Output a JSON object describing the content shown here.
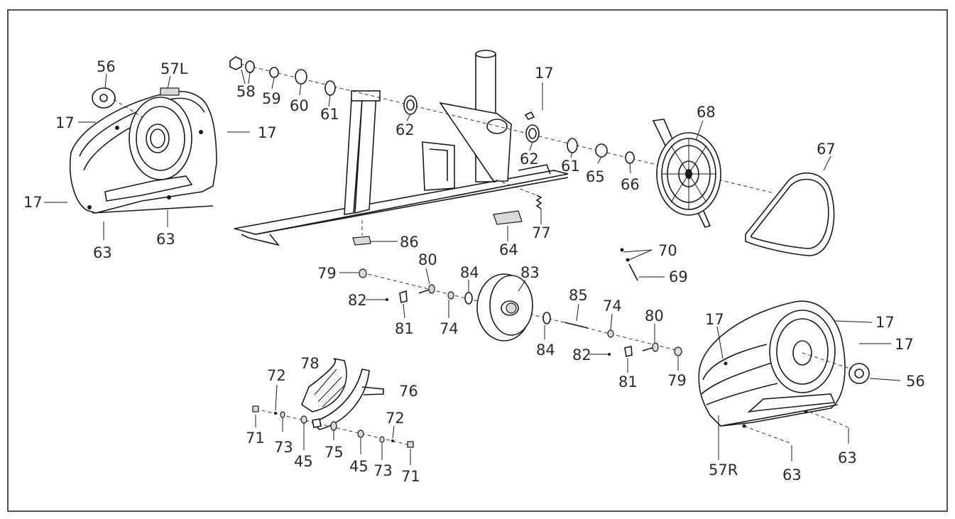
{
  "labels": [
    {
      "text": "56"
    },
    {
      "text": "57L"
    },
    {
      "text": "17"
    },
    {
      "text": "17"
    },
    {
      "text": "17"
    },
    {
      "text": "63"
    },
    {
      "text": "63"
    },
    {
      "text": "58"
    },
    {
      "text": "59"
    },
    {
      "text": "60"
    },
    {
      "text": "61"
    },
    {
      "text": "62"
    },
    {
      "text": "17"
    },
    {
      "text": "62"
    },
    {
      "text": "61"
    },
    {
      "text": "65"
    },
    {
      "text": "66"
    },
    {
      "text": "68"
    },
    {
      "text": "67"
    },
    {
      "text": "77"
    },
    {
      "text": "64"
    },
    {
      "text": "86"
    },
    {
      "text": "70"
    },
    {
      "text": "69"
    },
    {
      "text": "79"
    },
    {
      "text": "80"
    },
    {
      "text": "84"
    },
    {
      "text": "83"
    },
    {
      "text": "82"
    },
    {
      "text": "81"
    },
    {
      "text": "74"
    },
    {
      "text": "84"
    },
    {
      "text": "85"
    },
    {
      "text": "74"
    },
    {
      "text": "80"
    },
    {
      "text": "82"
    },
    {
      "text": "81"
    },
    {
      "text": "79"
    },
    {
      "text": "17"
    },
    {
      "text": "17"
    },
    {
      "text": "17"
    },
    {
      "text": "56"
    },
    {
      "text": "57R"
    },
    {
      "text": "63"
    },
    {
      "text": "63"
    },
    {
      "text": "78"
    },
    {
      "text": "72"
    },
    {
      "text": "76"
    },
    {
      "text": "72"
    },
    {
      "text": "71"
    },
    {
      "text": "73"
    },
    {
      "text": "45"
    },
    {
      "text": "75"
    },
    {
      "text": "45"
    },
    {
      "text": "73"
    },
    {
      "text": "71"
    }
  ]
}
